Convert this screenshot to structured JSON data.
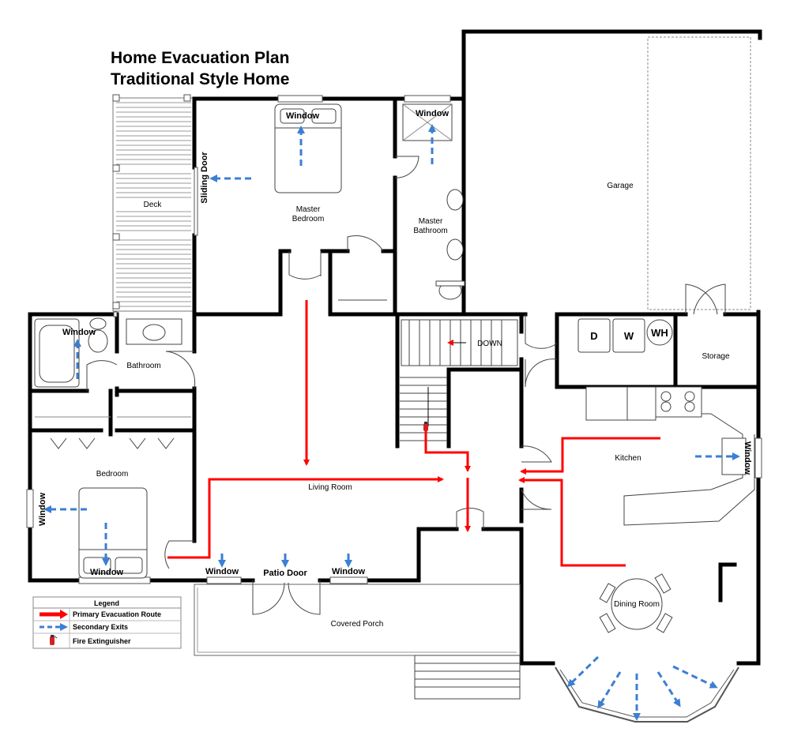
{
  "title": {
    "line1": "Home Evacuation Plan",
    "line2": "Traditional Style Home"
  },
  "rooms": {
    "deck": "Deck",
    "master_bedroom_1": "Master",
    "master_bedroom_2": "Bedroom",
    "master_bathroom_1": "Master",
    "master_bathroom_2": "Bathroom",
    "garage": "Garage",
    "bathroom": "Bathroom",
    "bedroom": "Bedroom",
    "living_room": "Living Room",
    "kitchen": "Kitchen",
    "storage": "Storage",
    "dining_room": "Dining Room",
    "covered_porch": "Covered Porch",
    "stairs_down": "DOWN"
  },
  "exits": {
    "window": "Window",
    "sliding_door": "Sliding Door",
    "patio_door": "Patio Door"
  },
  "appliances": {
    "dryer": "D",
    "washer": "W",
    "water_heater": "WH"
  },
  "legend": {
    "title": "Legend",
    "items": [
      {
        "label": "Primary Evacuation Route",
        "color": "#ff0000"
      },
      {
        "label": "Secondary Exits",
        "color": "#3b7fd4"
      },
      {
        "label": "Fire Extinguisher",
        "color": "#d42020"
      }
    ]
  },
  "colors": {
    "wall": "#000000",
    "primary_route": "#ff0000",
    "secondary_exit": "#3b7fd4"
  }
}
